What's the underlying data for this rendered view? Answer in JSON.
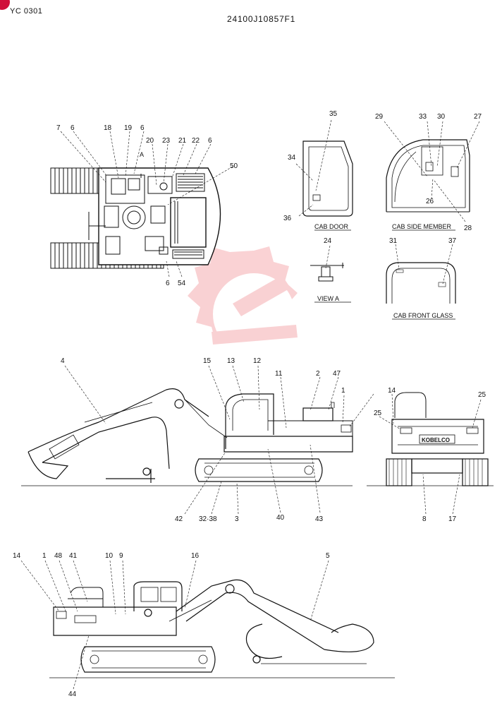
{
  "header": {
    "page_code": "YC 0301",
    "doc_number": "24100J10857F1"
  },
  "view_titles": {
    "cab_door": "CAB DOOR",
    "cab_side_member": "CAB SIDE MEMBER",
    "view_a": "VIEW A",
    "cab_front_glass": "CAB FRONT GLASS",
    "view_marker": "A"
  },
  "machine_lettering": {
    "brand": "KOBELCO"
  },
  "callouts": {
    "top_view": [
      "7",
      "6",
      "18",
      "19",
      "6",
      "20",
      "23",
      "21",
      "22",
      "6",
      "50",
      "6",
      "54"
    ],
    "cab_door": [
      "35",
      "34",
      "36"
    ],
    "cab_side_member": [
      "29",
      "33",
      "30",
      "27",
      "26",
      "28"
    ],
    "view_a": [
      "24"
    ],
    "cab_front_glass": [
      "31",
      "37"
    ],
    "side_view": [
      "4",
      "15",
      "13",
      "12",
      "11",
      "2",
      "47",
      "1",
      "42",
      "32·38",
      "3",
      "40",
      "43"
    ],
    "rear_view": [
      "14",
      "25",
      "25",
      "8",
      "17"
    ],
    "left_view": [
      "14",
      "1",
      "48",
      "41",
      "10",
      "9",
      "16",
      "5",
      "44"
    ]
  },
  "colors": {
    "line": "#111111",
    "watermark": "#e8333b",
    "corner_mark": "#d0103a"
  }
}
